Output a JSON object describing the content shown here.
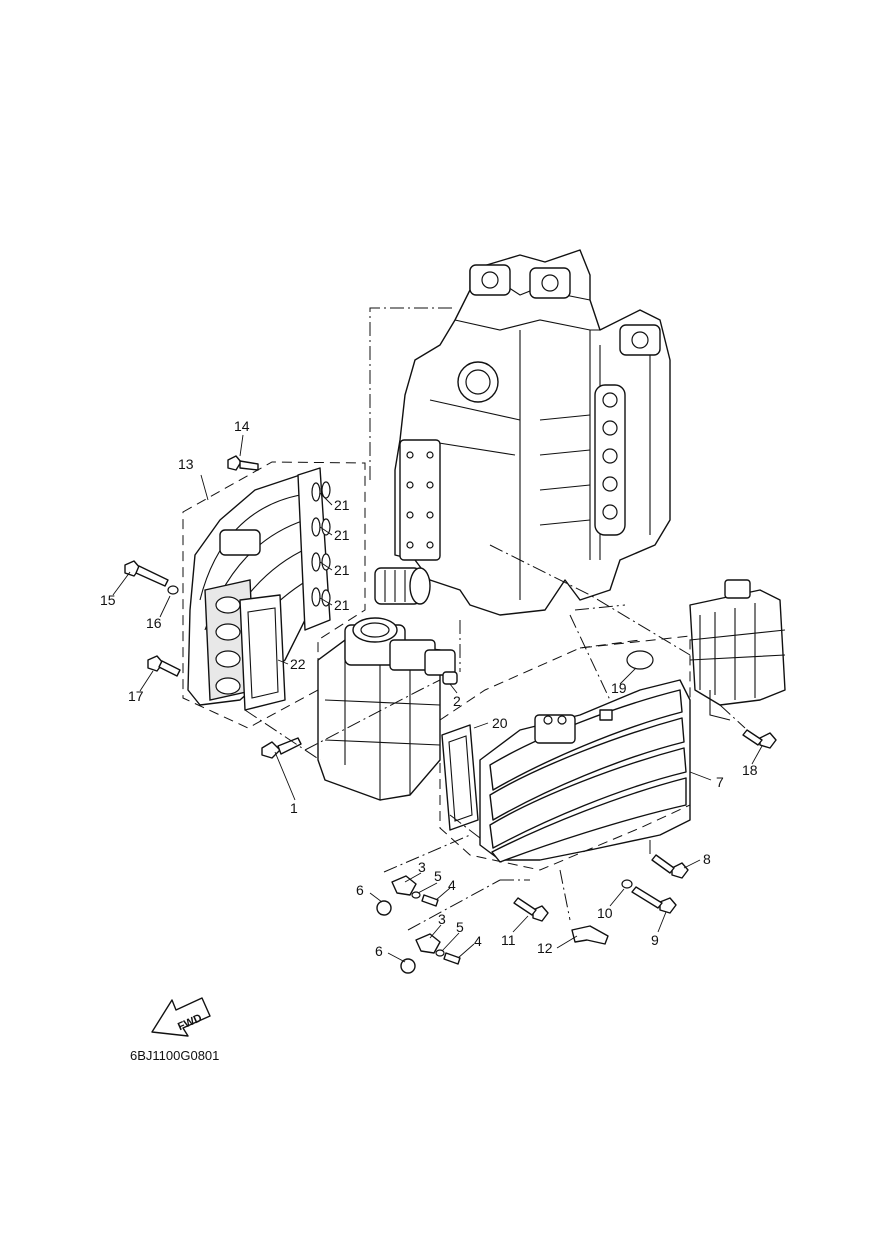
{
  "diagram": {
    "code": "6BJ1100G0801",
    "fwd_label": "FWD",
    "callouts": [
      "1",
      "2",
      "3",
      "3",
      "4",
      "4",
      "5",
      "5",
      "6",
      "6",
      "7",
      "8",
      "9",
      "10",
      "11",
      "12",
      "13",
      "14",
      "15",
      "16",
      "17",
      "18",
      "19",
      "20",
      "21",
      "21",
      "21",
      "21",
      "22"
    ]
  }
}
